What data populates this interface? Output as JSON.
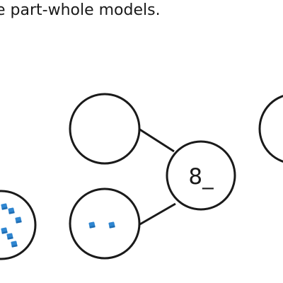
{
  "instruction": "e part-whole models.",
  "model": {
    "whole_value": "8_",
    "part_top_value": "",
    "part_bottom_counters": 2
  },
  "left_partial_circle": {
    "counters": 6
  },
  "colors": {
    "outline": "#1a1a1a",
    "counter": "#2f86d1",
    "counter_dark": "#1f6db3"
  },
  "icons": {
    "counter": "blue-cube-counter-icon"
  }
}
